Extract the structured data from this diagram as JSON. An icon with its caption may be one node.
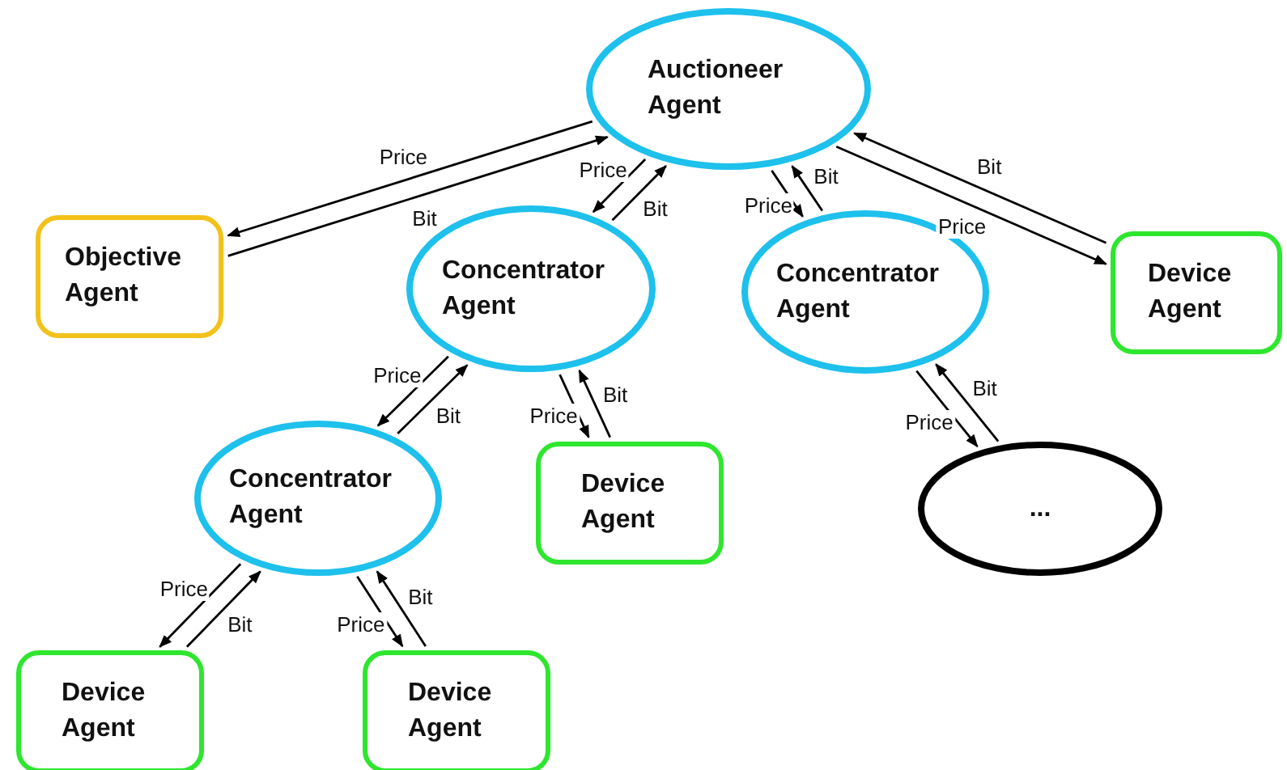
{
  "diagram": {
    "nodes": [
      {
        "text": [
          "Auctioneer Agent"
        ]
      },
      {
        "text": [
          "Objective Agent"
        ]
      },
      {
        "text": [
          "Concentrator Agent"
        ]
      },
      {
        "text": [
          "Concentrator Agent"
        ]
      },
      {
        "text": [
          "Device Agent"
        ]
      },
      {
        "text": [
          "Concentrator Agent"
        ]
      },
      {
        "text": [
          "Device Agent"
        ]
      },
      {
        "text": [
          "..."
        ]
      },
      {
        "text": [
          "Device Agent"
        ]
      },
      {
        "text": [
          "Device Agent"
        ]
      }
    ],
    "edges": [
      {
        "from": 0,
        "to": 1,
        "arrow": "to",
        "label": "Price"
      },
      {
        "from": 1,
        "to": 0,
        "arrow": "to",
        "label": "Bit"
      },
      {
        "from": 0,
        "to": 2,
        "arrow": "to",
        "label": "Price"
      },
      {
        "from": 2,
        "to": 0,
        "arrow": "to",
        "label": "Bit"
      },
      {
        "from": 0,
        "to": 3,
        "arrow": "to",
        "label": "Price"
      },
      {
        "from": 3,
        "to": 0,
        "arrow": "to",
        "label": "Bit"
      },
      {
        "from": 4,
        "to": 0,
        "arrow": "to",
        "label": "Bit"
      },
      {
        "from": 0,
        "to": 4,
        "arrow": "to",
        "label": "Price"
      },
      {
        "from": 2,
        "to": 5,
        "arrow": "to",
        "label": "Price"
      },
      {
        "from": 5,
        "to": 2,
        "arrow": "to",
        "label": "Bit"
      },
      {
        "from": 2,
        "to": 6,
        "arrow": "to",
        "label": "Price"
      },
      {
        "from": 6,
        "to": 2,
        "arrow": "to",
        "label": "Bit"
      },
      {
        "from": 3,
        "to": 7,
        "arrow": "to",
        "label": "Price"
      },
      {
        "from": 7,
        "to": 3,
        "arrow": "to",
        "label": "Bit"
      },
      {
        "from": 5,
        "to": 8,
        "arrow": "to",
        "label": "Price"
      },
      {
        "from": 8,
        "to": 5,
        "arrow": "to",
        "label": "Bit"
      },
      {
        "from": 5,
        "to": 9,
        "arrow": "to",
        "label": "Price"
      },
      {
        "from": 9,
        "to": 5,
        "arrow": "to",
        "label": "Bit"
      }
    ]
  }
}
